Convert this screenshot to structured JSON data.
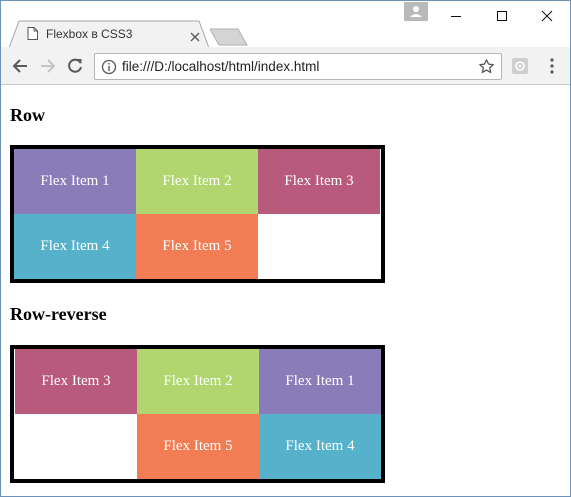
{
  "browser": {
    "tab_title": "Flexbox в CSS3",
    "url": "file:///D:/localhost/html/index.html"
  },
  "page": {
    "sections": [
      {
        "heading": "Row",
        "items": [
          {
            "label": "Flex Item 1",
            "color": "#8a7cb8"
          },
          {
            "label": "Flex Item 2",
            "color": "#b1d56f"
          },
          {
            "label": "Flex Item 3",
            "color": "#b85a7c"
          },
          {
            "label": "Flex Item 4",
            "color": "#55b2ca"
          },
          {
            "label": "Flex Item 5",
            "color": "#f27d54"
          }
        ]
      },
      {
        "heading": "Row-reverse",
        "items": [
          {
            "label": "Flex Item 1",
            "color": "#8a7cb8"
          },
          {
            "label": "Flex Item 2",
            "color": "#b1d56f"
          },
          {
            "label": "Flex Item 3",
            "color": "#b85a7c"
          },
          {
            "label": "Flex Item 4",
            "color": "#55b2ca"
          },
          {
            "label": "Flex Item 5",
            "color": "#f27d54"
          }
        ]
      }
    ]
  },
  "icons": {
    "tab": "page-icon",
    "tab_close": "close-icon",
    "back": "arrow-left-icon",
    "forward": "arrow-right-icon",
    "reload": "reload-icon",
    "site_info": "info-icon",
    "bookmark": "star-icon",
    "extension": "extension-icon",
    "menu": "kebab-menu-icon",
    "profile": "profile-icon"
  }
}
